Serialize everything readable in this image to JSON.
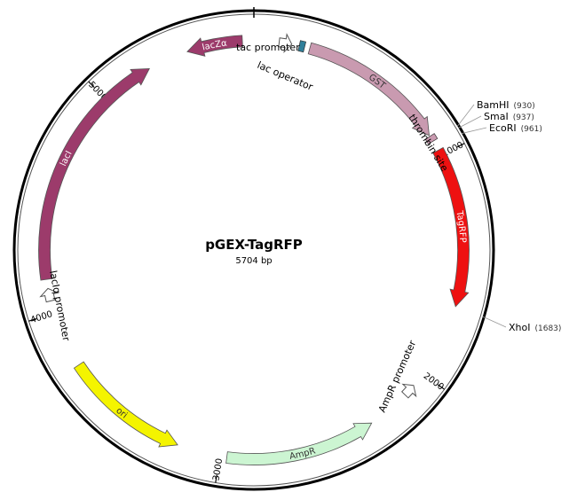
{
  "plasmid": {
    "name": "pGEX-TagRFP",
    "length_label": "5704 bp",
    "length_bp": 5704
  },
  "backbone_colors": {
    "outer": "#000000",
    "inner": "#555555"
  },
  "ticks": [
    {
      "bp": 1000,
      "label": "1000"
    },
    {
      "bp": 2000,
      "label": "2000"
    },
    {
      "bp": 3000,
      "label": "3000"
    },
    {
      "bp": 4000,
      "label": "4000"
    },
    {
      "bp": 5000,
      "label": "5000"
    }
  ],
  "features": [
    {
      "id": "lacZa",
      "label": "lacZα",
      "start": 5410,
      "end": 5654,
      "dir": -1,
      "color": "#9c3b6b",
      "text_color": "#ffffff"
    },
    {
      "id": "gst",
      "label": "GST",
      "start": 245,
      "end": 900,
      "dir": 1,
      "color": "#c99ab0",
      "text_color": "#333333"
    },
    {
      "id": "tagrfp",
      "label": "TagRFP",
      "start": 975,
      "end": 1675,
      "dir": 1,
      "color": "#ee1111",
      "text_color": "#ffffff"
    },
    {
      "id": "ampr",
      "label": "AmpR",
      "start": 2310,
      "end": 2970,
      "dir": -1,
      "color": "#ccf5d2",
      "text_color": "#333333"
    },
    {
      "id": "ori",
      "label": "ori",
      "start": 3190,
      "end": 3750,
      "dir": -1,
      "color": "#f4f400",
      "text_color": "#333333"
    },
    {
      "id": "laci",
      "label": "lacI",
      "start": 4150,
      "end": 5230,
      "dir": 1,
      "color": "#9c3b6b",
      "text_color": "#ffffff"
    }
  ],
  "promoters": [
    {
      "id": "tac",
      "label": "tac promoter",
      "bp": 165,
      "dir": 1
    },
    {
      "id": "ampr-prom",
      "label": "AmpR promoter",
      "bp": 2065,
      "dir": -1
    },
    {
      "id": "laciq",
      "label": "lacIq promoter",
      "bp": 4110,
      "dir": 1
    }
  ],
  "small_features": [
    {
      "id": "lac-operator",
      "label": "lac operator",
      "start": 198,
      "end": 222,
      "color": "#2f7f9a"
    },
    {
      "id": "thrombin",
      "label": "thrombin site",
      "start": 905,
      "end": 930,
      "color": "#c99ab0"
    }
  ],
  "sites": [
    {
      "id": "bamhi",
      "enzyme": "BamHI",
      "pos": "(930)",
      "bp": 930
    },
    {
      "id": "smai",
      "enzyme": "SmaI",
      "pos": "(937)",
      "bp": 937
    },
    {
      "id": "ecori",
      "enzyme": "EcoRI",
      "pos": "(961)",
      "bp": 961
    },
    {
      "id": "xhoi",
      "enzyme": "XhoI",
      "pos": "(1683)",
      "bp": 1683
    }
  ]
}
